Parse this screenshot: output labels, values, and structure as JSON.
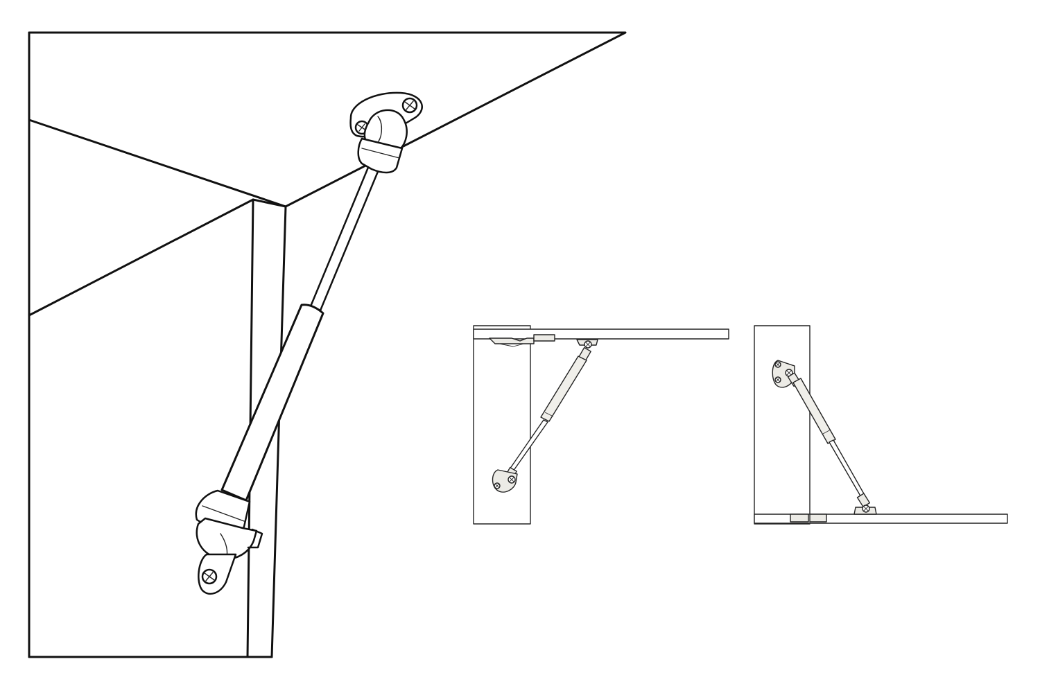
{
  "figure": {
    "views": [
      {
        "id": "main",
        "subject": "gas-spring-strut"
      },
      {
        "id": "side-open",
        "subject": "gas-spring-strut"
      },
      {
        "id": "side-closed",
        "subject": "gas-spring-strut"
      }
    ]
  },
  "colors": {
    "line": "#111111",
    "background": "#ffffff",
    "fill": "#f0efea"
  }
}
